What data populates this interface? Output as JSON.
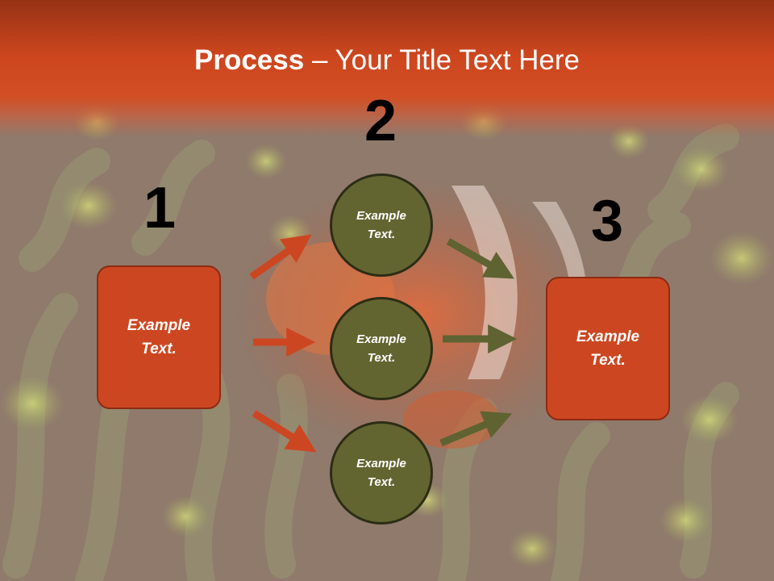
{
  "slide": {
    "title_bold": "Process",
    "title_rest": " – Your Title Text Here",
    "steps": {
      "one": "1",
      "two": "2",
      "three": "3"
    },
    "left_box": "Example\nText.",
    "right_box": "Example\nText.",
    "circles": [
      "Example\nText.",
      "Example\nText.",
      "Example\nText."
    ]
  },
  "colors": {
    "title_band": "#cc4a22",
    "box_fill": "#cc4721",
    "circle_fill": "#636531",
    "arrow_red": "#cc4721",
    "arrow_olive": "#5e6331"
  }
}
